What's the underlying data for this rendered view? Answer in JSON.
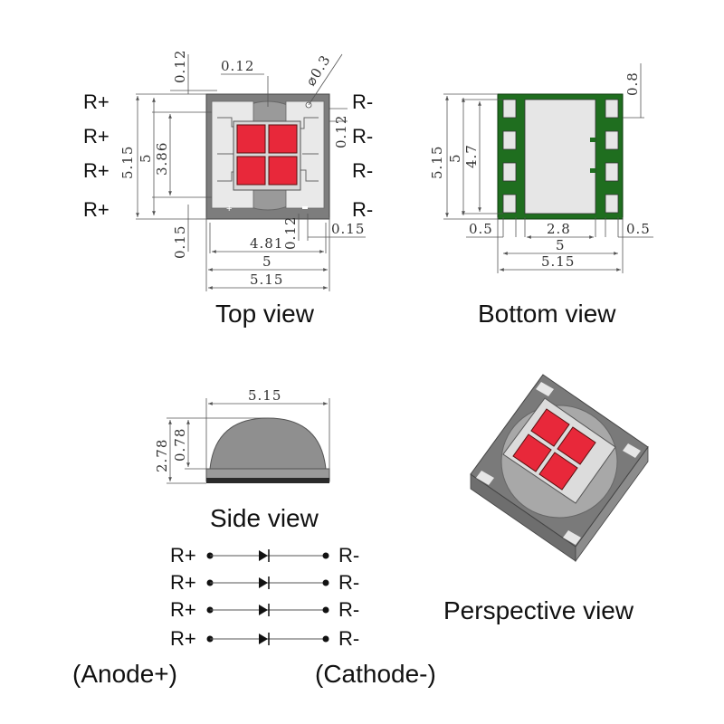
{
  "top_view": {
    "caption": "Top view",
    "pins_left": [
      "R+",
      "R+",
      "R+",
      "R+"
    ],
    "pins_right": [
      "R-",
      "R-",
      "R-",
      "R-"
    ],
    "dims": {
      "top_vertical": "0.12",
      "top_horizontal": "0.12",
      "hole_diameter": "⌀0.3",
      "right_gap": "0.12",
      "left_outer": "5.15",
      "left_mid": "5",
      "left_inner": "3.86",
      "bottom_left": "0.15",
      "bottom_width_inner": "4.81",
      "bottom_gap": "0.12",
      "bottom_right": "0.15",
      "bottom_width_mid": "5",
      "bottom_width_outer": "5.15"
    }
  },
  "bottom_view": {
    "caption": "Bottom view",
    "dims": {
      "top_right": "0.8",
      "left_outer": "5.15",
      "left_mid": "5",
      "left_inner": "4.7",
      "pad_left": "0.5",
      "pad_center": "2.8",
      "pad_right": "0.5",
      "width_mid": "5",
      "width_outer": "5.15"
    }
  },
  "side_view": {
    "caption": "Side view",
    "dims": {
      "width": "5.15",
      "height_total": "2.78",
      "height_base": "0.78"
    }
  },
  "perspective_view": {
    "caption": "Perspective view"
  },
  "schematic": {
    "anodes": [
      "R+",
      "R+",
      "R+",
      "R+"
    ],
    "cathodes": [
      "R-",
      "R-",
      "R-",
      "R-"
    ],
    "anode_label": "(Anode+)",
    "cathode_label": "(Cathode-)"
  },
  "colors": {
    "chip_red": "#e8283a",
    "bottom_green": "#1f6e1f",
    "body_gray": "#7a7a7a",
    "pad_light": "#ececec"
  }
}
